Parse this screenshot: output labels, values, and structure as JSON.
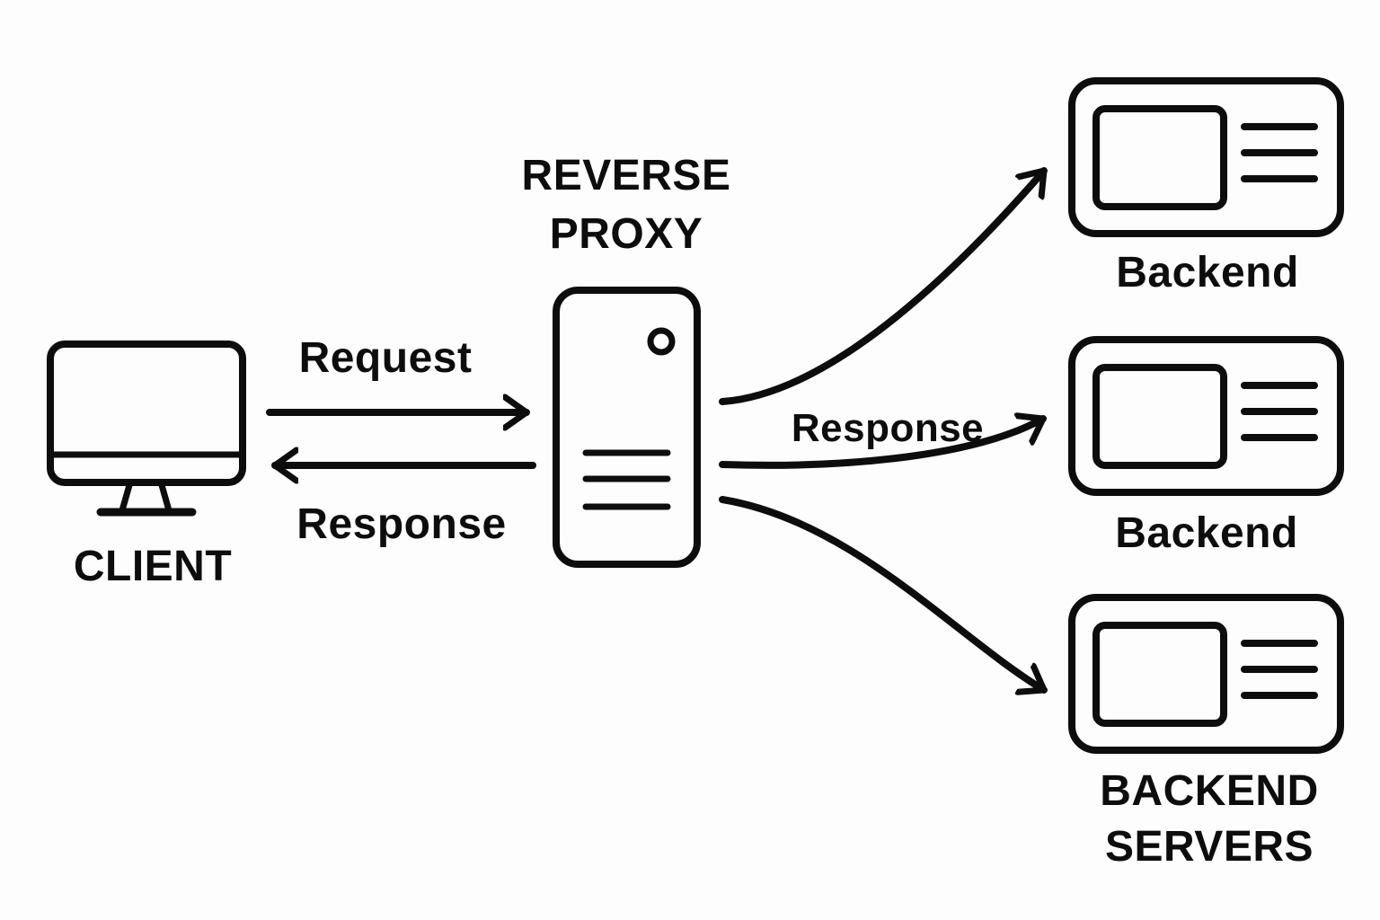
{
  "diagram": {
    "colors": {
      "ink": "#0d0d0d",
      "background": "#fdfdfd"
    },
    "nodes": {
      "client": {
        "label": "CLIENT",
        "icon": "desktop-monitor-icon"
      },
      "reverse_proxy": {
        "label": "REVERSE\nPROXY",
        "icon": "server-tower-icon"
      },
      "backend_top": {
        "label": "Backend",
        "icon": "server-card-icon"
      },
      "backend_middle": {
        "label": "Backend",
        "icon": "server-card-icon"
      },
      "backend_bottom": {
        "label": "BACKEND\nSERVERS",
        "icon": "server-card-icon"
      }
    },
    "edges": {
      "request_client_to_proxy": {
        "label": "Request"
      },
      "response_proxy_to_client": {
        "label": "Response"
      },
      "response_proxy_to_backend_middle": {
        "label": "Response"
      }
    }
  }
}
